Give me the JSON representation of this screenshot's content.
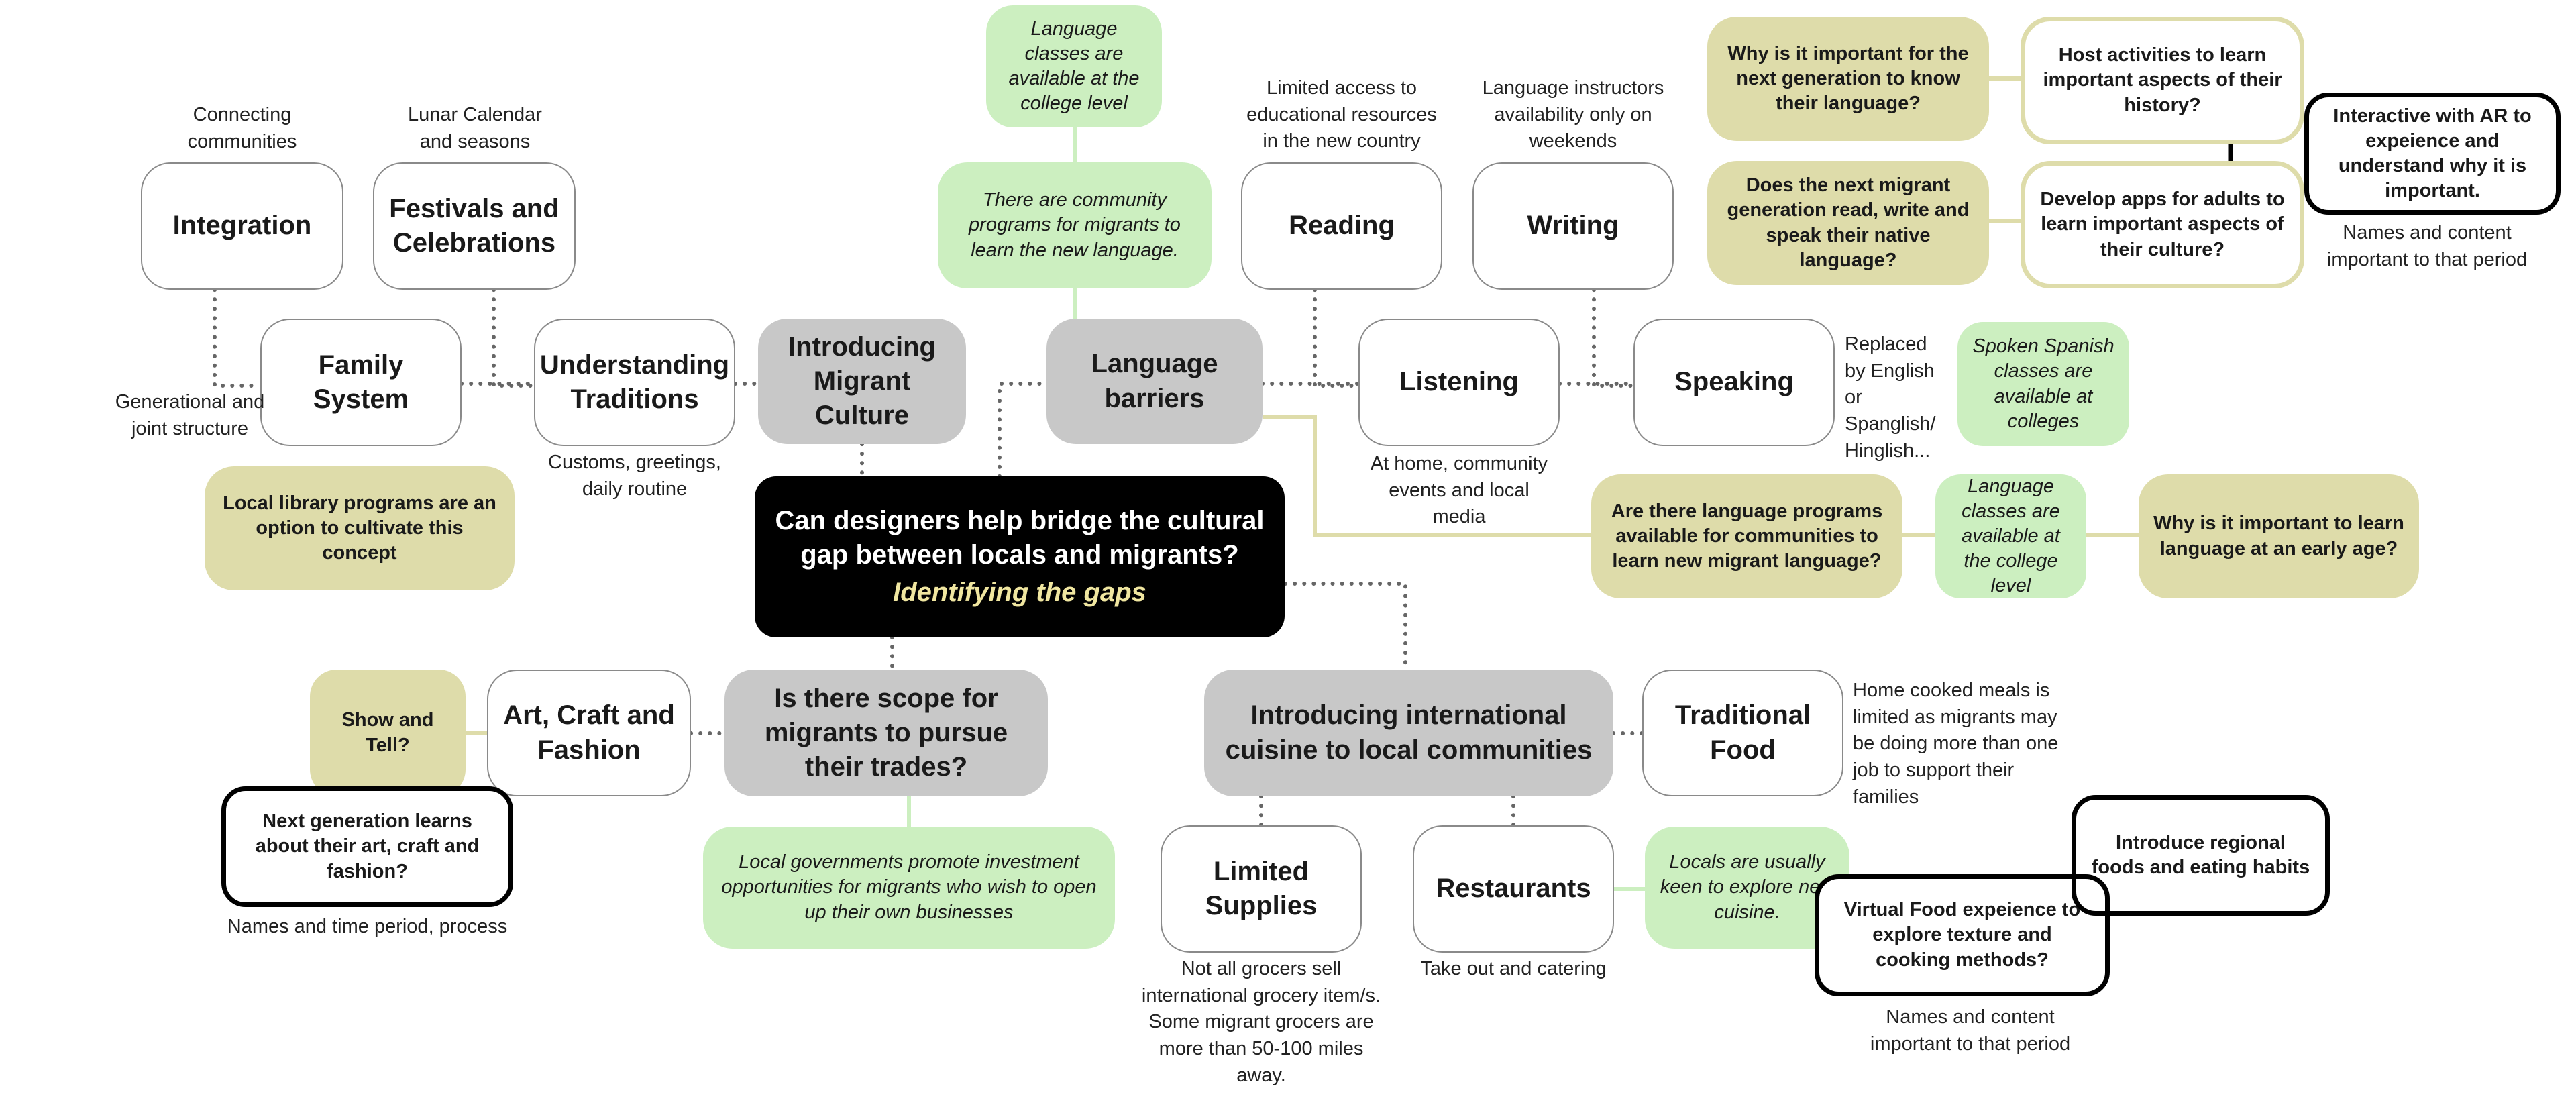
{
  "central": {
    "question": "Can designers help bridge the cultural gap between locals and migrants?",
    "subtitle": "Identifying the gaps"
  },
  "nodes": {
    "integration": "Integration",
    "festivals": "Festivals and Celebrations",
    "family_system": "Family System",
    "understanding_traditions": "Understanding Traditions",
    "introducing_migrant_culture": "Introducing Migrant Culture",
    "language_barriers": "Language barriers",
    "reading": "Reading",
    "writing": "Writing",
    "listening": "Listening",
    "speaking": "Speaking",
    "scope_trades": "Is there scope for migrants to pursue their trades?",
    "art_craft_fashion": "Art, Craft and Fashion",
    "show_and_tell": "Show and Tell?",
    "international_cuisine": "Introducing international cuisine to local communities",
    "traditional_food": "Traditional Food",
    "limited_supplies": "Limited Supplies",
    "restaurants": "Restaurants"
  },
  "ideas": {
    "library_programs": "Local library programs are an option to cultivate this concept",
    "why_next_gen_language": "Why is it important for the next generation to know their language?",
    "next_gen_read_write": "Does the next migrant generation read, write and speak their native language?",
    "language_programs_locals": "Are there language programs available for communities to learn new migrant language?",
    "why_early_age": "Why is it important to learn language at an early age?",
    "host_activities": "Host activities to learn important aspects of their history?",
    "develop_apps": "Develop apps for adults to learn important aspects of their culture?",
    "interactive_ar": "Interactive with AR to expeience and understand why it is important.",
    "next_gen_art": "Next generation learns about their art, craft and fashion?",
    "introduce_regional_foods": "Introduce regional foods and eating habits",
    "virtual_food": "Virtual Food expeience to explore texture and cooking methods?"
  },
  "findings": {
    "classes_college_top": "Language classes are available at the college level",
    "community_programs": "There are community programs for migrants to learn the new language.",
    "spoken_spanish": "Spoken Spanish classes are available at colleges",
    "classes_college_right": "Language classes are available at the college level",
    "local_governments": "Local governments promote investment opportunities for migrants who wish to open up their own businesses",
    "locals_keen": "Locals are usually keen to explore new cuisine."
  },
  "notes": {
    "connecting_communities": "Connecting communities",
    "lunar_calendar": "Lunar Calendar and seasons",
    "generational": "Generational and joint structure",
    "customs": "Customs, greetings, daily routine",
    "limited_access": "Limited access to educational resources in the new country",
    "instructors": "Language instructors availability only on weekends",
    "at_home": "At home, community events and local media",
    "replaced_by": "Replaced by English or Spanglish/ Hinglish...",
    "names_content_top": "Names and content important to that period",
    "names_time_period": "Names and time period, process",
    "home_cooked": "Home cooked meals is limited as migrants may be doing more than one job to support their families",
    "not_all_grocers": "Not all grocers sell international grocery item/s. Some migrant grocers are more than 50-100 miles away.",
    "take_out": "Take out and catering",
    "names_content_bottom": "Names and content important to that period"
  },
  "colors": {
    "gray_node": "#c8c8c8",
    "olive_node": "#dedcaa",
    "green_node": "#ccefc0",
    "central_node": "#000000",
    "central_subtitle": "#f0e6a0",
    "dotted_connector": "#666666"
  }
}
